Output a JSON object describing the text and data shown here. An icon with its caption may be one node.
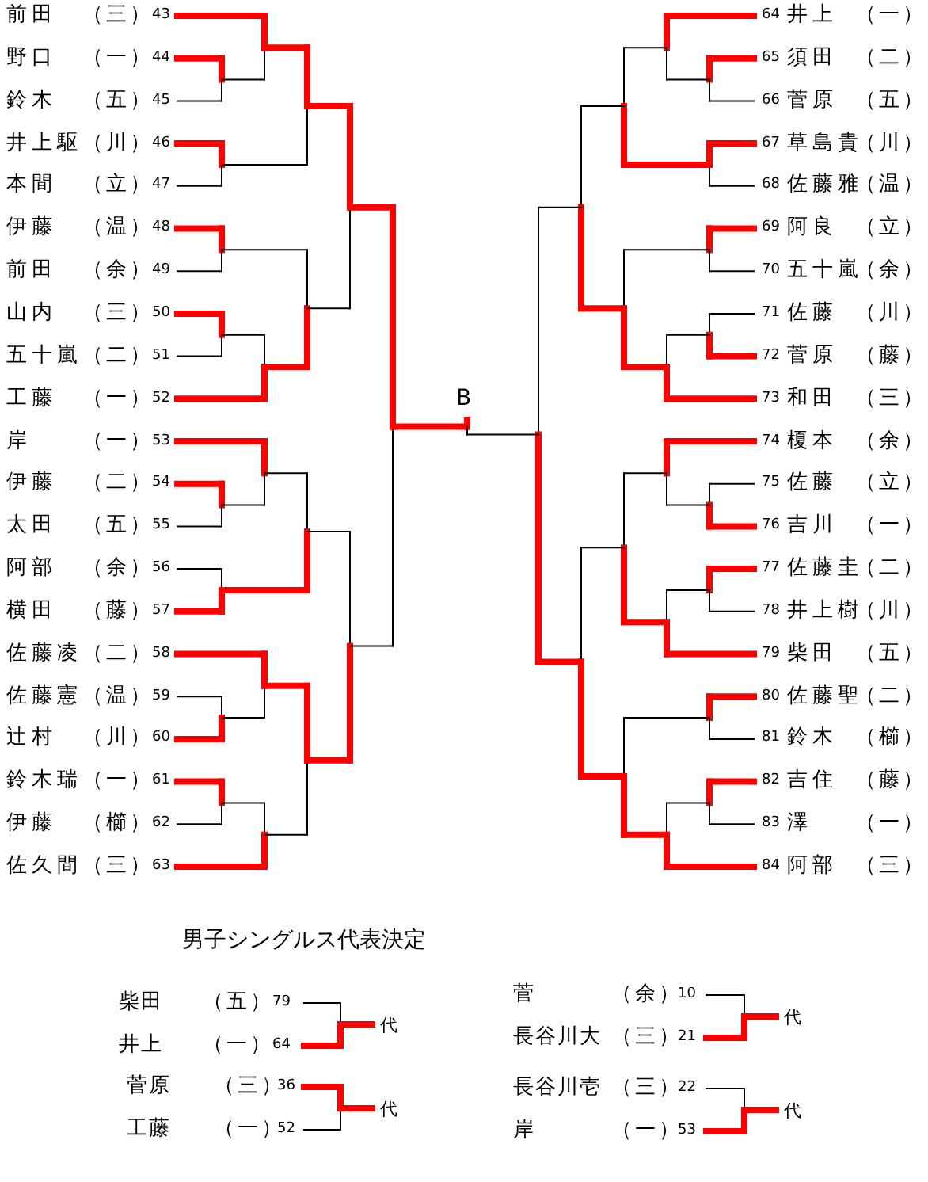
{
  "diagram": {
    "labels": [
      "前田",
      "（三）",
      "43",
      "野口",
      "（一）",
      "44",
      "鈴木",
      "（五）",
      "45",
      "井上駆",
      "（川）",
      "46",
      "本間",
      "（立）",
      "47",
      "伊藤",
      "（温）",
      "48",
      "前田",
      "（余）",
      "49",
      "山内",
      "（三）",
      "50",
      "五十嵐",
      "（二）",
      "51",
      "工藤",
      "（一）",
      "52",
      "岸",
      "（一）",
      "53",
      "伊藤",
      "（二）",
      "54",
      "太田",
      "（五）",
      "55",
      "阿部",
      "（余）",
      "56",
      "横田",
      "（藤）",
      "57",
      "佐藤凌",
      "（二）",
      "58",
      "佐藤憲",
      "（温）",
      "59",
      "辻村",
      "（川）",
      "60",
      "鈴木瑞",
      "（一）",
      "61",
      "伊藤",
      "（櫛）",
      "62",
      "佐久間",
      "（三）",
      "63",
      "B",
      "64",
      "井上",
      "（一）",
      "65",
      "須田",
      "（二）",
      "66",
      "菅原",
      "（五）",
      "67",
      "草島貴",
      "（川）",
      "68",
      "佐藤雅",
      "（温）",
      "69",
      "阿良",
      "（立）",
      "70",
      "五十嵐",
      "（余）",
      "71",
      "佐藤",
      "（川）",
      "72",
      "菅原",
      "（藤）",
      "73",
      "和田",
      "（三）",
      "74",
      "榎本",
      "（余）",
      "75",
      "佐藤",
      "（立）",
      "76",
      "吉川",
      "（一）",
      "77",
      "佐藤圭",
      "（二）",
      "78",
      "井上樹",
      "（川）",
      "79",
      "柴田",
      "（五）",
      "80",
      "佐藤聖",
      "（二）",
      "81",
      "鈴木",
      "（櫛）",
      "82",
      "吉住",
      "（藤）",
      "83",
      "澤",
      "（一）",
      "84",
      "阿部",
      "（三）",
      "男子シングルス代表決定",
      "柴田",
      "（五）",
      "79",
      "井上",
      "（一）",
      "64",
      "代",
      "菅原",
      "（三）",
      "36",
      "工藤",
      "（一）",
      "52",
      "代",
      "菅",
      "（余）",
      "10",
      "長谷川大",
      "（三）",
      "21",
      "代",
      "長谷川壱",
      "（三）",
      "22",
      "岸",
      "（一）",
      "53",
      "代"
    ]
  }
}
